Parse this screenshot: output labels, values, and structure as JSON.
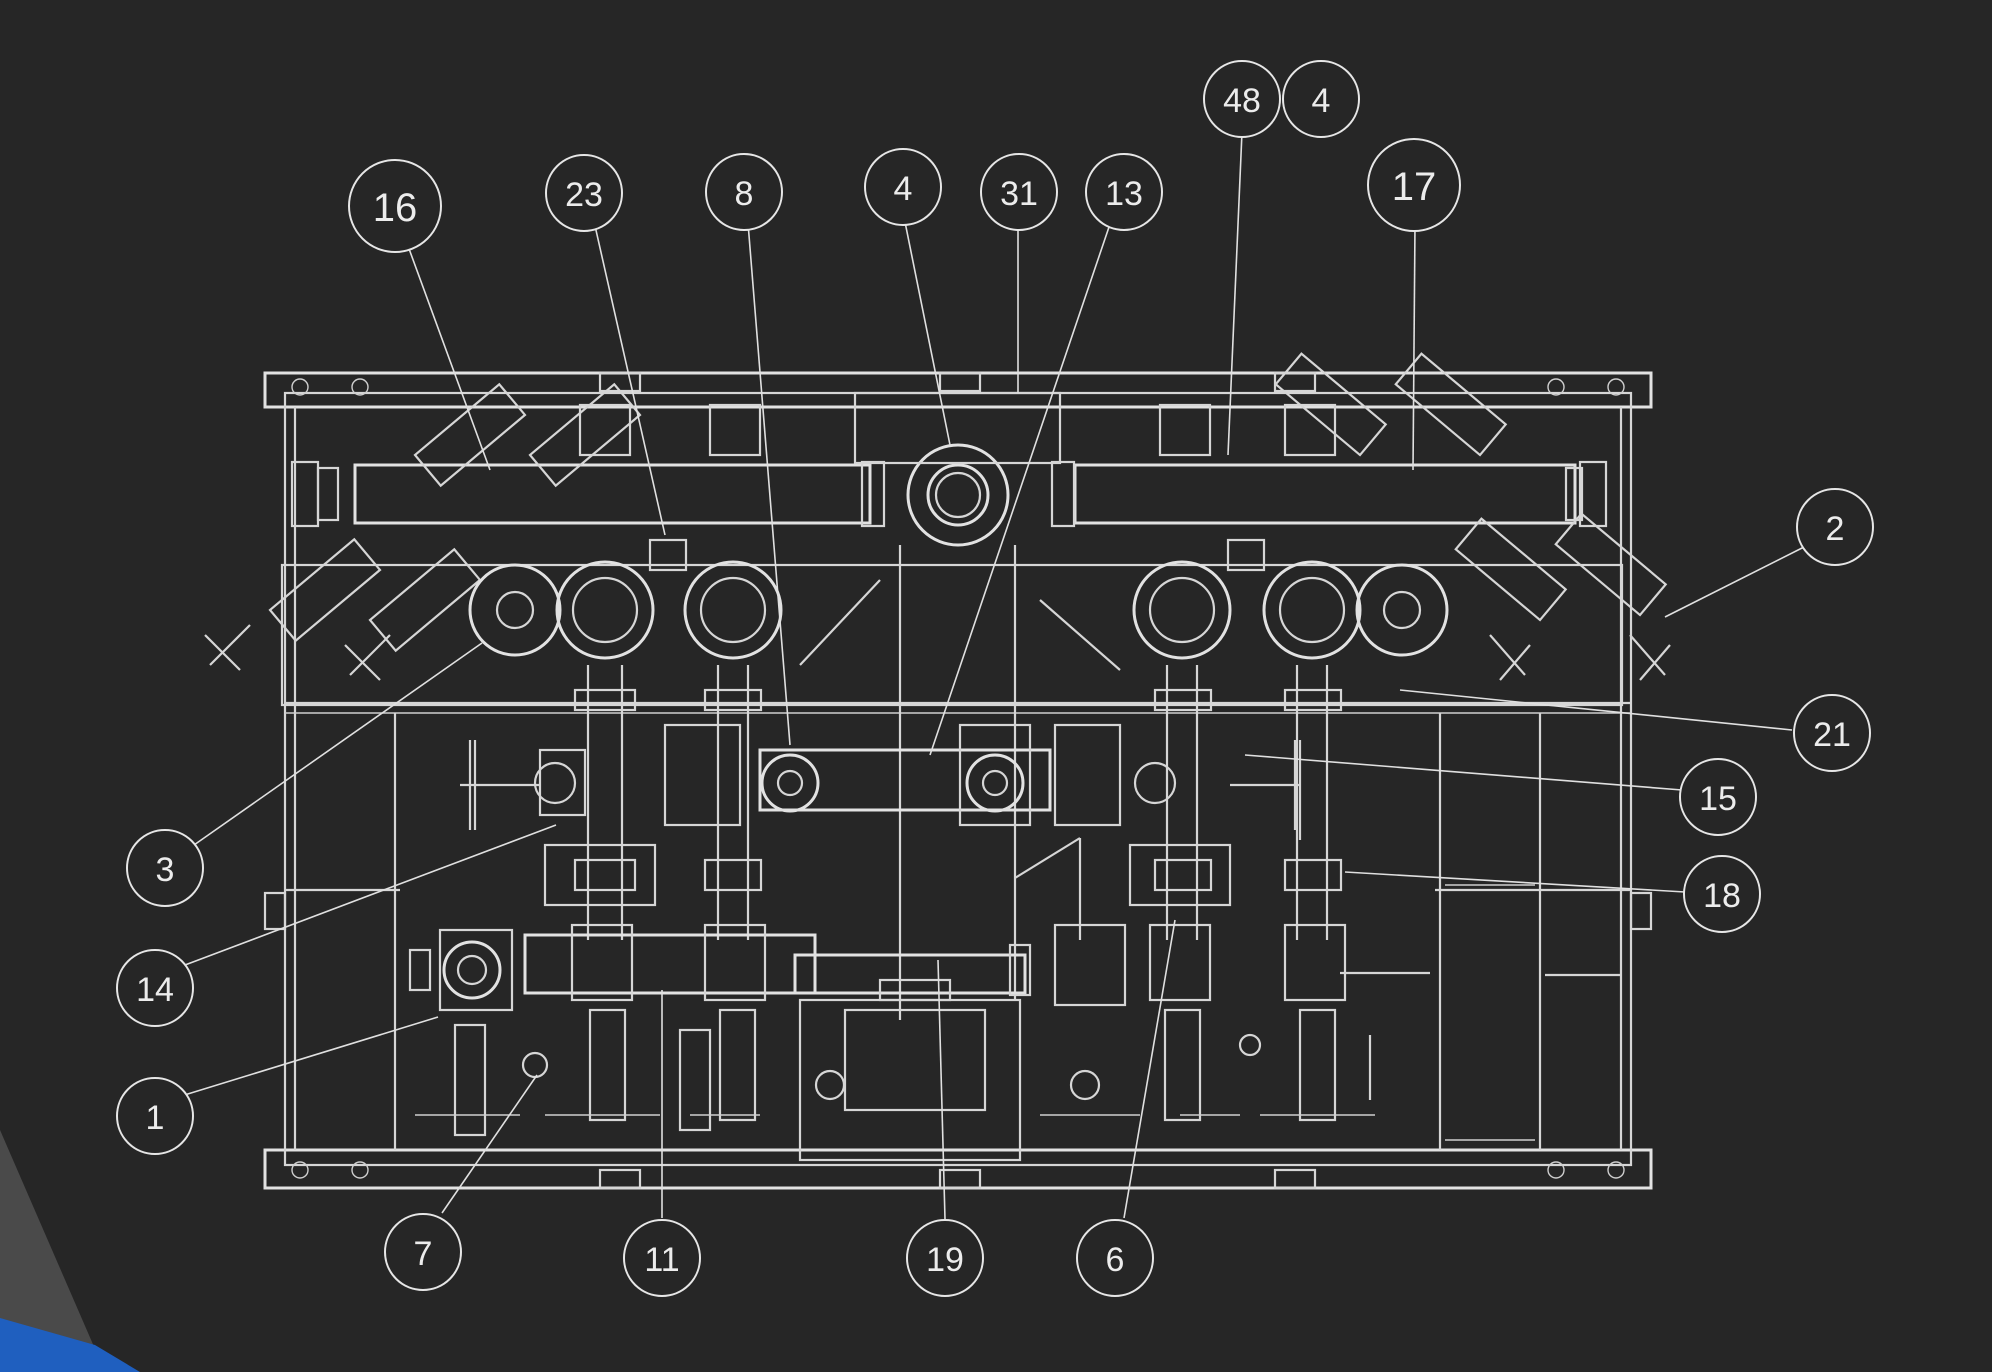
{
  "colors": {
    "background": "#262626",
    "line": "#d6d6d6",
    "corner_accent_gray": "#4a4a4a",
    "corner_accent_blue": "#1f5fbf"
  },
  "balloons": [
    {
      "id": "b16",
      "label": "16"
    },
    {
      "id": "b23",
      "label": "23"
    },
    {
      "id": "b8",
      "label": "8"
    },
    {
      "id": "b4a",
      "label": "4"
    },
    {
      "id": "b31",
      "label": "31"
    },
    {
      "id": "b13",
      "label": "13"
    },
    {
      "id": "b48",
      "label": "48"
    },
    {
      "id": "b4b",
      "label": "4"
    },
    {
      "id": "b17",
      "label": "17"
    },
    {
      "id": "b2",
      "label": "2"
    },
    {
      "id": "b21",
      "label": "21"
    },
    {
      "id": "b15",
      "label": "15"
    },
    {
      "id": "b18",
      "label": "18"
    },
    {
      "id": "b3",
      "label": "3"
    },
    {
      "id": "b14",
      "label": "14"
    },
    {
      "id": "b1",
      "label": "1"
    },
    {
      "id": "b7",
      "label": "7"
    },
    {
      "id": "b11",
      "label": "11"
    },
    {
      "id": "b19",
      "label": "19"
    },
    {
      "id": "b6",
      "label": "6"
    }
  ]
}
